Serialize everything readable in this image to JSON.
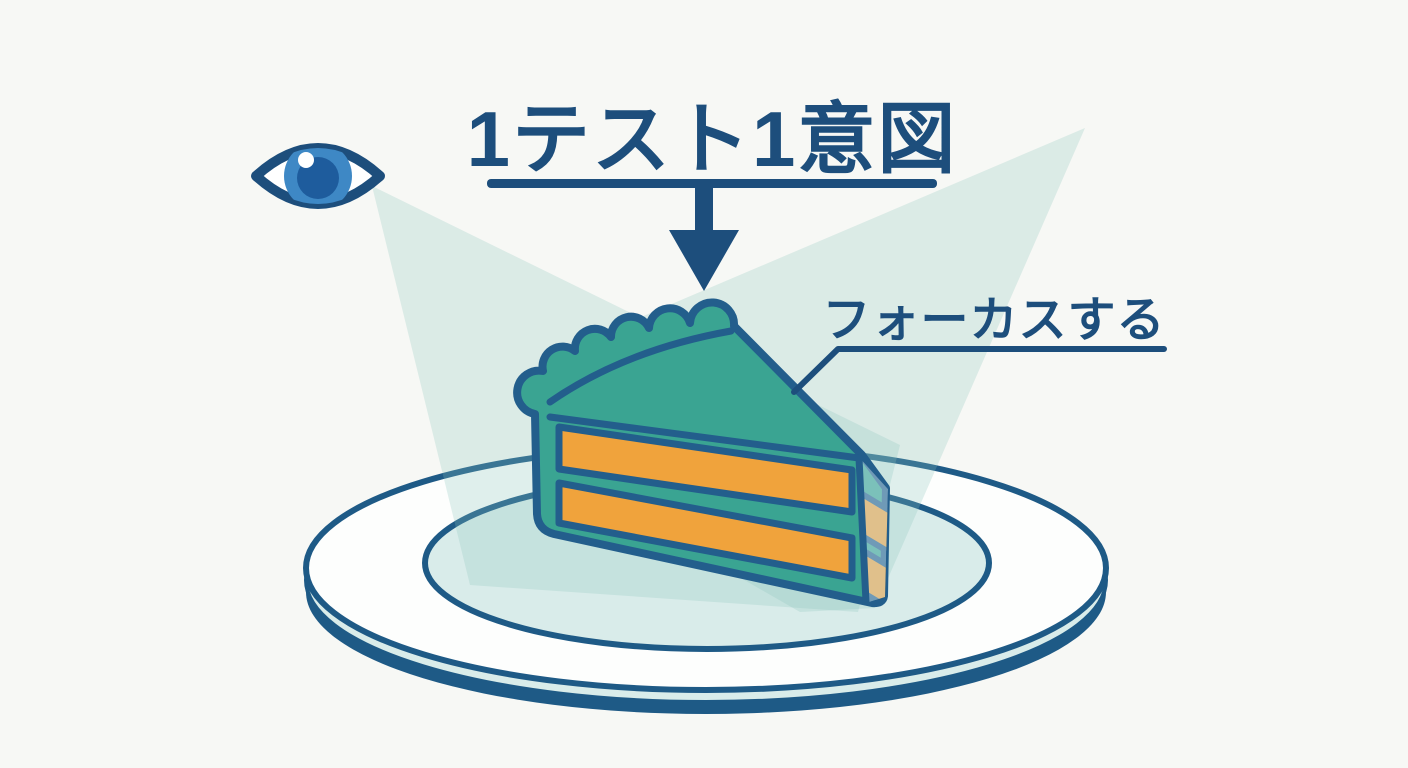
{
  "scene": {
    "title": {
      "text": "1テスト1意図",
      "color": "#1d4e7c"
    },
    "focus_label": {
      "text": "フォーカスする",
      "color": "#1d4e7c"
    },
    "icons": {
      "eye": "eye-icon",
      "arrow": "down-arrow-icon",
      "cake": "cake-slice",
      "plate": "plate",
      "beams": "spotlight-beams"
    },
    "palette": {
      "background": "#f7f8f5",
      "text_blue": "#1d4e7c",
      "outline_blue": "#235e8c",
      "cake_teal": "#3aa492",
      "filling_orange": "#f0a33c",
      "beam_tint": "#8cc4bd",
      "plate_side_teal": "#d9ecea",
      "plate_top_white": "#fdfefd",
      "iris_blue": "#3e88c5",
      "pupil_blue": "#1e5c9d"
    }
  }
}
